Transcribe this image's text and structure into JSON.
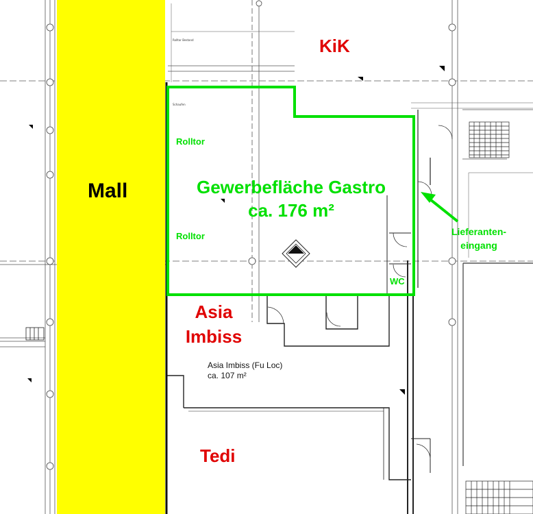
{
  "labels": {
    "mall": "Mall",
    "kik": "KiK",
    "gastro_title": "Gewerbefläche Gastro",
    "gastro_area": "ca. 176 m²",
    "rolltor_top": "Rolltor",
    "rolltor_bottom": "Rolltor",
    "lieferanten_line1": "Lieferanten-",
    "lieferanten_line2": "eingang",
    "wc": "WC",
    "asia_line1": "Asia",
    "asia_line2": "Imbiss",
    "asia_plan_name": "Asia Imbiss (Fu Loc)",
    "asia_plan_area": "ca. 107 m²",
    "tedi": "Tedi",
    "rolltor_bestand": "Rolltor Bestand",
    "schaufenster": "Schaufen"
  },
  "colors": {
    "mall_fill": "#ffff00",
    "outline_green": "#00e000",
    "label_red": "#e00000",
    "label_black": "#000000",
    "wall_dark": "#222222"
  },
  "icons": {
    "delivery_arrow": "arrow-up-left-icon",
    "level_marker": "level-diamond-icon"
  }
}
